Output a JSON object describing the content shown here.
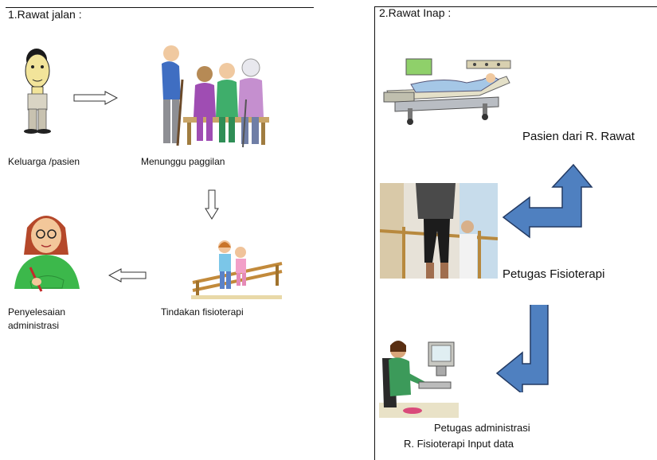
{
  "rawat_jalan": {
    "title": "1.Rawat jalan :",
    "steps": [
      {
        "label": "Keluarga /pasien"
      },
      {
        "label": "Menunggu paggilan"
      },
      {
        "label": "Tindakan fisioterapi"
      },
      {
        "label": "Penyelesaian administrasi"
      }
    ]
  },
  "rawat_inap": {
    "title": "2.Rawat Inap :",
    "steps": [
      {
        "label": "Pasien dari R. Rawat"
      },
      {
        "label": "Petugas Fisioterapi"
      },
      {
        "label_line1": "Petugas administrasi",
        "label_line2": "R. Fisioterapi Input data"
      }
    ]
  },
  "colors": {
    "arrow_blue": "#4f80c0",
    "arrow_outline": "#233a63"
  },
  "icons": [
    "person-icon",
    "elderly-group-icon",
    "therapy-children-icon",
    "writing-woman-icon",
    "hospital-bed-icon",
    "rehab-walking-photo",
    "office-worker-icon"
  ]
}
